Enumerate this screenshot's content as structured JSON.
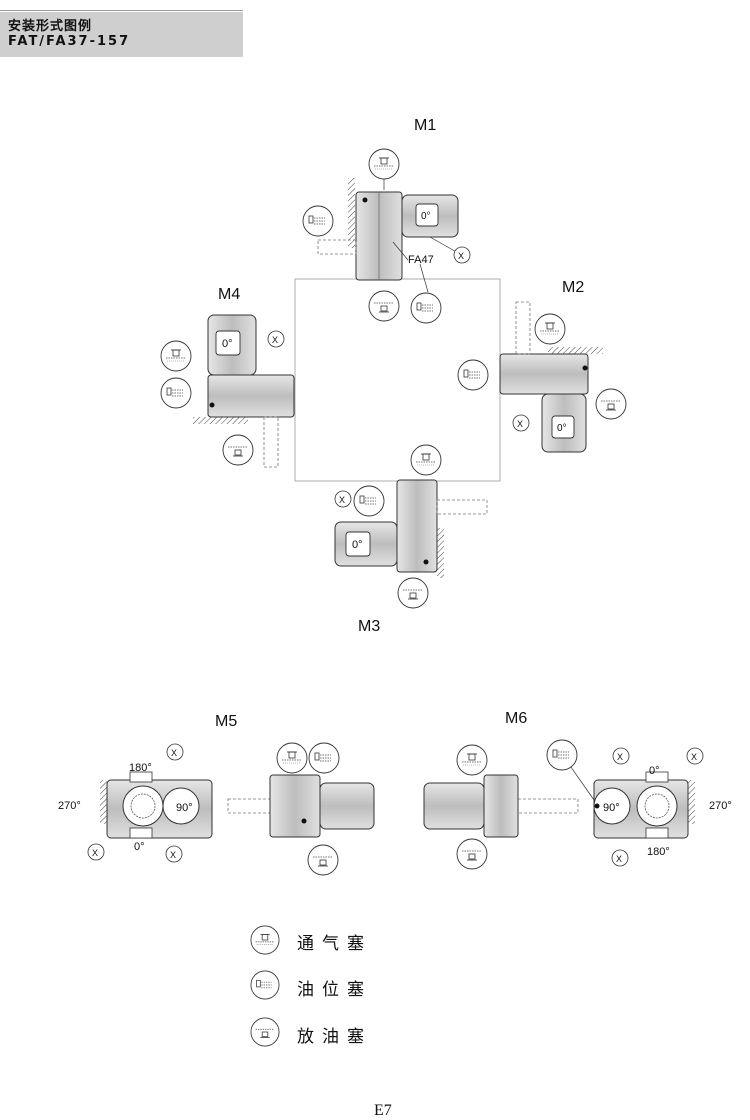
{
  "header": {
    "title": "安装形式图例",
    "subtitle": "FAT/FA37-157"
  },
  "positions": {
    "m1": "M1",
    "m2": "M2",
    "m3": "M3",
    "m4": "M4",
    "m5": "M5",
    "m6": "M6"
  },
  "labels": {
    "fa47": "FA47",
    "deg0": "0°",
    "deg90": "90°",
    "deg180": "180°",
    "deg270": "270°",
    "x": "X"
  },
  "legend": [
    {
      "icon": "breather-plug-icon",
      "label": "通气塞"
    },
    {
      "icon": "oil-level-plug-icon",
      "label": "油位塞"
    },
    {
      "icon": "drain-plug-icon",
      "label": "放油塞"
    }
  ],
  "page_number": "E7"
}
